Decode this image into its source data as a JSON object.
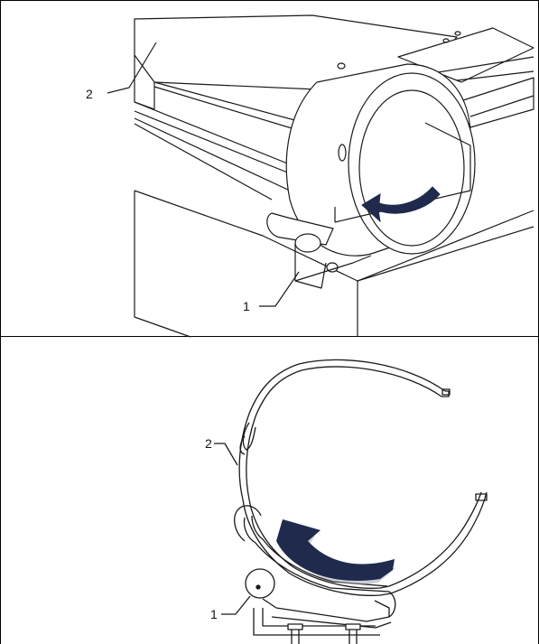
{
  "figure": {
    "top_view": {
      "callouts": [
        {
          "id": "2",
          "text": "2"
        },
        {
          "id": "1",
          "text": "1"
        }
      ]
    },
    "section_view": {
      "callouts": [
        {
          "id": "2",
          "text": "2"
        },
        {
          "id": "1",
          "text": "1"
        }
      ]
    }
  },
  "colors": {
    "line": "#1a1a1a",
    "arrow_fill": "#1f2a4d",
    "arrow_shadow": "#9aa0ae"
  }
}
